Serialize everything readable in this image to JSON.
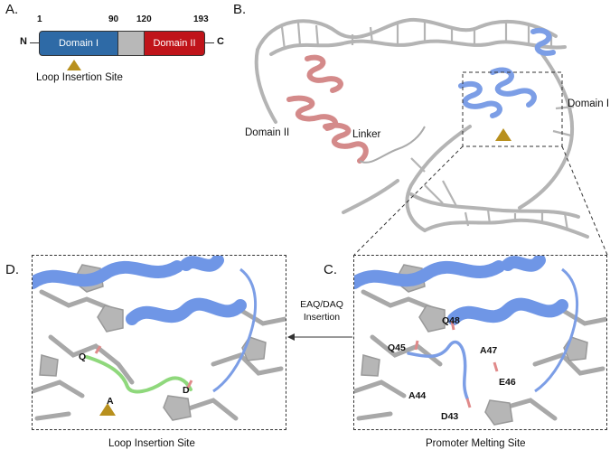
{
  "panels": {
    "a": "A.",
    "b": "B.",
    "c": "C.",
    "d": "D."
  },
  "domain_map": {
    "n_term": "N",
    "c_term": "C",
    "ticks": [
      "1",
      "90",
      "120",
      "193"
    ],
    "domain1": "Domain I",
    "domain2": "Domain II",
    "insertion_label": "Loop Insertion Site",
    "colors": {
      "domain1": "#2e6aa6",
      "linker": "#b8b8b8",
      "domain2": "#c0141a",
      "marker": "#b8901e"
    }
  },
  "structure": {
    "domain1_label": "Domain I",
    "domain2_label": "Domain II",
    "linker_label": "Linker",
    "colors": {
      "dna": "#b4b4b4",
      "domain1": "#7c9ee6",
      "domain2": "#d48a8a"
    }
  },
  "arrow_label": [
    "EAQ/DAQ",
    "Insertion"
  ],
  "panel_c": {
    "caption": "Promoter Melting Site",
    "residues": [
      "Q48",
      "Q45",
      "A47",
      "E46",
      "A44",
      "D43"
    ]
  },
  "panel_d": {
    "caption": "Loop Insertion Site",
    "residues": [
      "Q",
      "A",
      "D"
    ]
  }
}
